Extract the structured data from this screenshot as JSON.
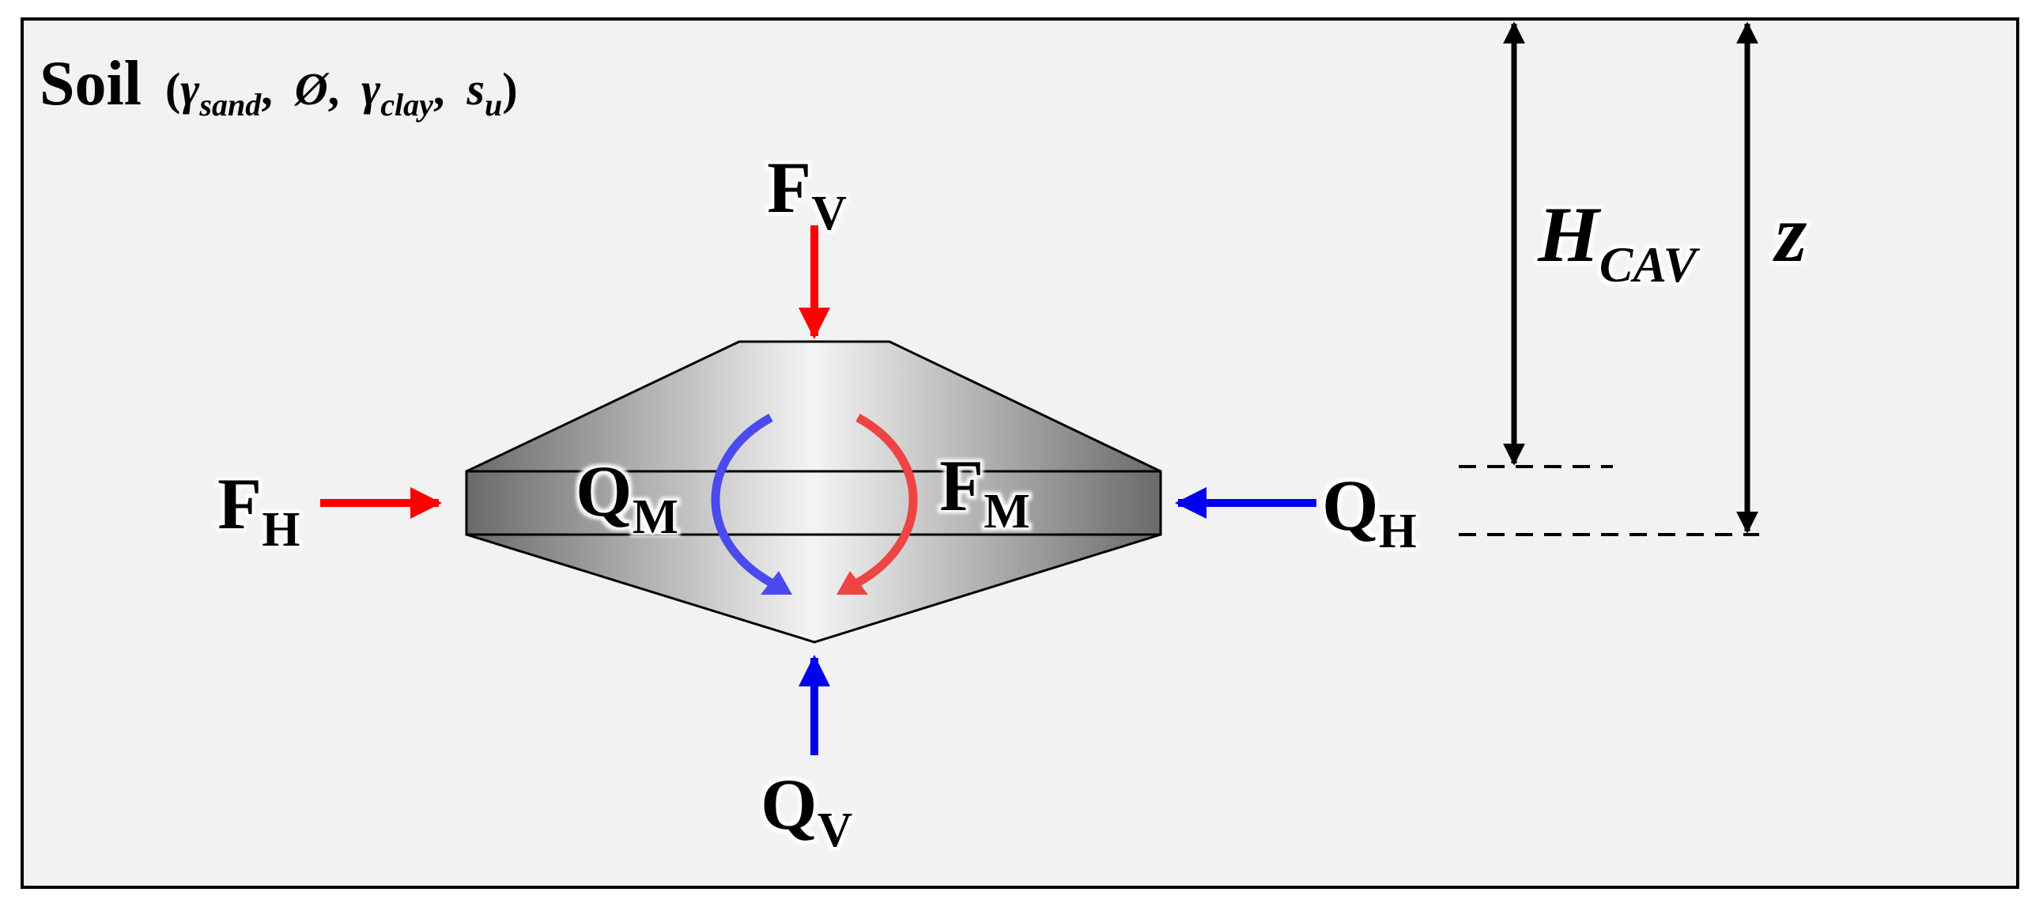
{
  "soil": {
    "word": "Soil",
    "open": "(",
    "gamma1": "γ",
    "gamma1_sub": "sand",
    "sep1": ",",
    "phi": "Ø",
    "sep2": ",",
    "gamma2": "γ",
    "gamma2_sub": "clay",
    "sep3": ",",
    "su": "s",
    "su_sub": "u",
    "close": ")"
  },
  "forces": {
    "fv": {
      "main": "F",
      "sub": "V"
    },
    "fh": {
      "main": "F",
      "sub": "H"
    },
    "fm": {
      "main": "F",
      "sub": "M"
    },
    "qm": {
      "main": "Q",
      "sub": "M"
    },
    "qh": {
      "main": "Q",
      "sub": "H"
    },
    "qv": {
      "main": "Q",
      "sub": "V"
    }
  },
  "dimensions": {
    "hcav": {
      "main": "H",
      "sub": "CAV"
    },
    "z": "z"
  },
  "colors": {
    "background": "#f2f2f2",
    "frame": "#000000",
    "load": "#ff0000",
    "resistance": "#0000ee",
    "moment_load": "#ee4444",
    "moment_resistance": "#4a4aee"
  }
}
